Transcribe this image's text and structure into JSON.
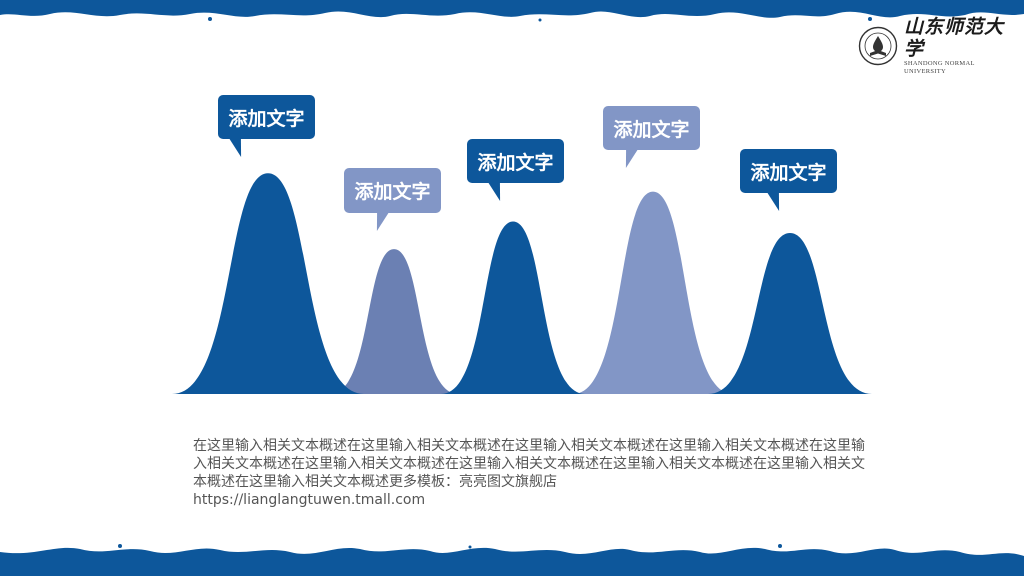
{
  "logo": {
    "name_cn": "山东师范大学",
    "name_en": "SHANDONG NORMAL UNIVERSITY"
  },
  "callouts": [
    {
      "label": "添加文字",
      "color": "#0d579b"
    },
    {
      "label": "添加文字",
      "color": "#8296c6"
    },
    {
      "label": "添加文字",
      "color": "#0d579b"
    },
    {
      "label": "添加文字",
      "color": "#8296c6"
    },
    {
      "label": "添加文字",
      "color": "#0d579b"
    }
  ],
  "peaks": [
    {
      "level": 0.96,
      "color": "#0d579b"
    },
    {
      "level": 0.63,
      "color": "#6b80b3"
    },
    {
      "level": 0.75,
      "color": "#0d579b"
    },
    {
      "level": 0.88,
      "color": "#8296c6"
    },
    {
      "level": 0.7,
      "color": "#0d579b"
    }
  ],
  "colors": {
    "primary": "#0d579b",
    "secondary": "#8296c6",
    "text": "#555555"
  },
  "description": "在这里输入相关文本概述在这里输入相关文本概述在这里输入相关文本概述在这里输入相关文本概述在这里输入相关文本概述在这里输入相关文本概述在这里输入相关文本概述在这里输入相关文本概述在这里输入相关文本概述在这里输入相关文本概述更多模板：亮亮图文旗舰店",
  "url": "https://lianglangtuwen.tmall.com"
}
